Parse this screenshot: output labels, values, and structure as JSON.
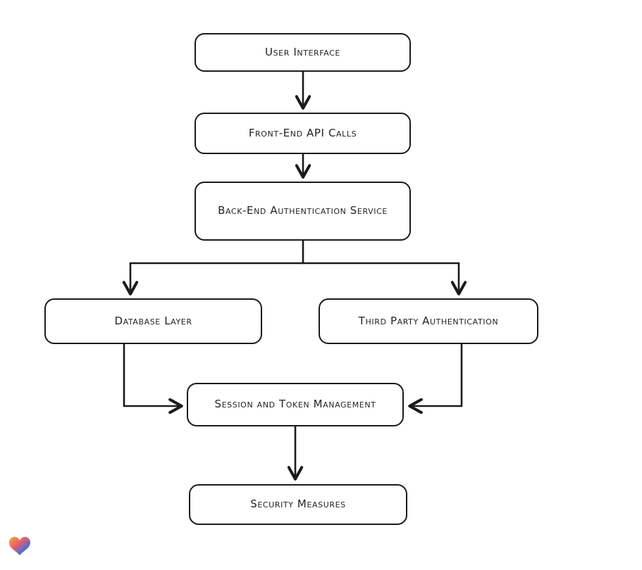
{
  "page": {
    "background_color": "#ffffff"
  },
  "diagram": {
    "stroke_color": "#1b1b1b",
    "node_fill_color": "#ffffff",
    "nodes": [
      {
        "id": "user-interface",
        "label": "User Interface"
      },
      {
        "id": "front-end-api-calls",
        "label": "Front-End API Calls"
      },
      {
        "id": "back-end-authentication-service",
        "label": "Back-End Authentication Service"
      },
      {
        "id": "database-layer",
        "label": "Database Layer"
      },
      {
        "id": "third-party-authentication",
        "label": "Third Party Authentication"
      },
      {
        "id": "session-and-token-management",
        "label": "Session and Token Management"
      },
      {
        "id": "security-measures",
        "label": "Security Measures"
      }
    ],
    "edges": [
      {
        "from": "user-interface",
        "to": "front-end-api-calls"
      },
      {
        "from": "front-end-api-calls",
        "to": "back-end-authentication-service"
      },
      {
        "from": "back-end-authentication-service",
        "to": "database-layer"
      },
      {
        "from": "back-end-authentication-service",
        "to": "third-party-authentication"
      },
      {
        "from": "database-layer",
        "to": "session-and-token-management"
      },
      {
        "from": "third-party-authentication",
        "to": "session-and-token-management"
      },
      {
        "from": "session-and-token-management",
        "to": "security-measures"
      }
    ]
  },
  "logo": {
    "name": "heart-logo",
    "colors": [
      "#F5A93B",
      "#E95D6A",
      "#4D6FD8",
      "#35B39B"
    ]
  }
}
